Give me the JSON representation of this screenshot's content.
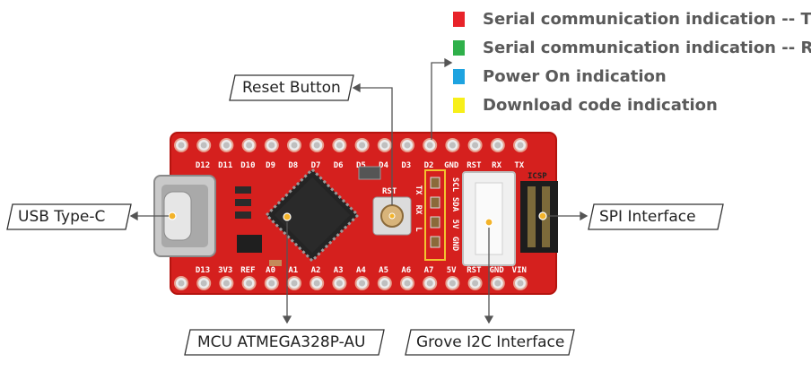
{
  "legend": [
    {
      "label": "Serial communication indication -- TX",
      "color": "#e8232a"
    },
    {
      "label": "Serial communication indication -- RX",
      "color": "#2fb04a"
    },
    {
      "label": "Power On indication",
      "color": "#1ea3e0"
    },
    {
      "label": "Download code indication",
      "color": "#f7ef1a"
    }
  ],
  "callouts": {
    "reset": "Reset Button",
    "usb": "USB Type-C",
    "spi": "SPI Interface",
    "mcu": "MCU ATMEGA328P-AU",
    "grove": "Grove I2C Interface"
  },
  "board": {
    "top_pins": [
      "D12",
      "D11",
      "D10",
      "D9",
      "D8",
      "D7",
      "D6",
      "D5",
      "D4",
      "D3",
      "D2",
      "GND",
      "RST",
      "RX",
      "TX"
    ],
    "bottom_pins": [
      "D13",
      "3V3",
      "REF",
      "A0",
      "A1",
      "A2",
      "A3",
      "A4",
      "A5",
      "A6",
      "A7",
      "5V",
      "RST",
      "GND",
      "VIN"
    ],
    "icsp": "ICSP",
    "rst": "RST",
    "grove_pins": [
      "SCL",
      "SDA",
      "5V",
      "GND"
    ],
    "led_labels": [
      "TX",
      "RX",
      "L"
    ],
    "colors": {
      "pcb": "#d5201e",
      "pcb_edge": "#b5140f",
      "ic": "#2a2a2a"
    }
  }
}
